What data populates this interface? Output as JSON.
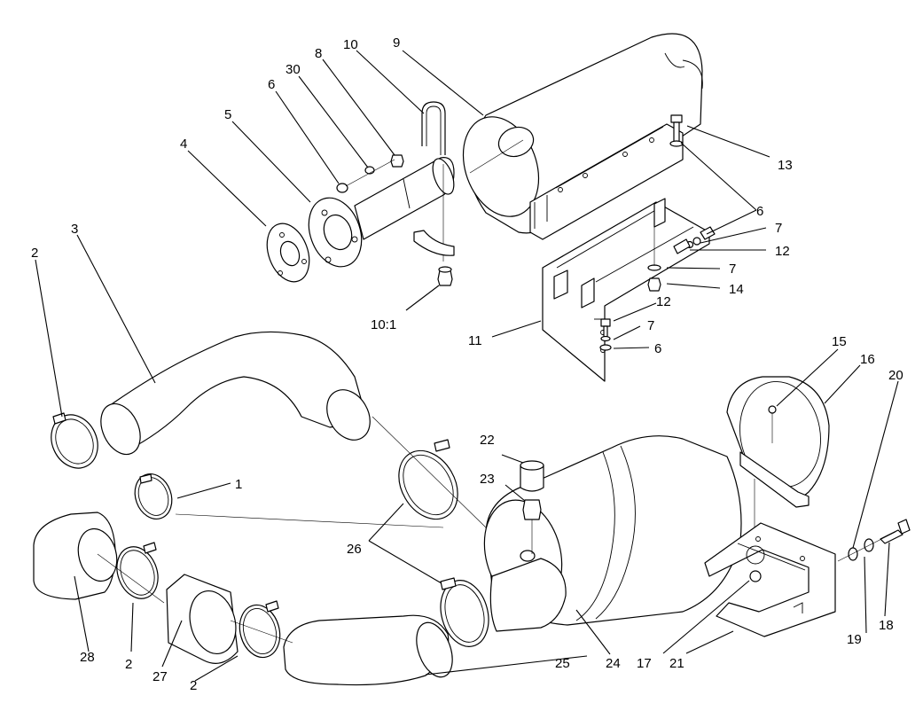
{
  "callouts": [
    {
      "id": "c1",
      "text": "1"
    },
    {
      "id": "c2a",
      "text": "2"
    },
    {
      "id": "c2b",
      "text": "2"
    },
    {
      "id": "c2c",
      "text": "2"
    },
    {
      "id": "c3",
      "text": "3"
    },
    {
      "id": "c4",
      "text": "4"
    },
    {
      "id": "c5",
      "text": "5"
    },
    {
      "id": "c6a",
      "text": "6"
    },
    {
      "id": "c6b",
      "text": "6"
    },
    {
      "id": "c6c",
      "text": "6"
    },
    {
      "id": "c7a",
      "text": "7"
    },
    {
      "id": "c7b",
      "text": "7"
    },
    {
      "id": "c7c",
      "text": "7"
    },
    {
      "id": "c8",
      "text": "8"
    },
    {
      "id": "c9",
      "text": "9"
    },
    {
      "id": "c10",
      "text": "10"
    },
    {
      "id": "c10_1",
      "text": "10:1"
    },
    {
      "id": "c11",
      "text": "11"
    },
    {
      "id": "c12a",
      "text": "12"
    },
    {
      "id": "c12b",
      "text": "12"
    },
    {
      "id": "c13",
      "text": "13"
    },
    {
      "id": "c14",
      "text": "14"
    },
    {
      "id": "c15",
      "text": "15"
    },
    {
      "id": "c16",
      "text": "16"
    },
    {
      "id": "c17",
      "text": "17"
    },
    {
      "id": "c18",
      "text": "18"
    },
    {
      "id": "c19",
      "text": "19"
    },
    {
      "id": "c20",
      "text": "20"
    },
    {
      "id": "c21",
      "text": "21"
    },
    {
      "id": "c22",
      "text": "22"
    },
    {
      "id": "c23",
      "text": "23"
    },
    {
      "id": "c24",
      "text": "24"
    },
    {
      "id": "c25",
      "text": "25"
    },
    {
      "id": "c26",
      "text": "26"
    },
    {
      "id": "c27",
      "text": "27"
    },
    {
      "id": "c28",
      "text": "28"
    },
    {
      "id": "c30",
      "text": "30"
    }
  ]
}
